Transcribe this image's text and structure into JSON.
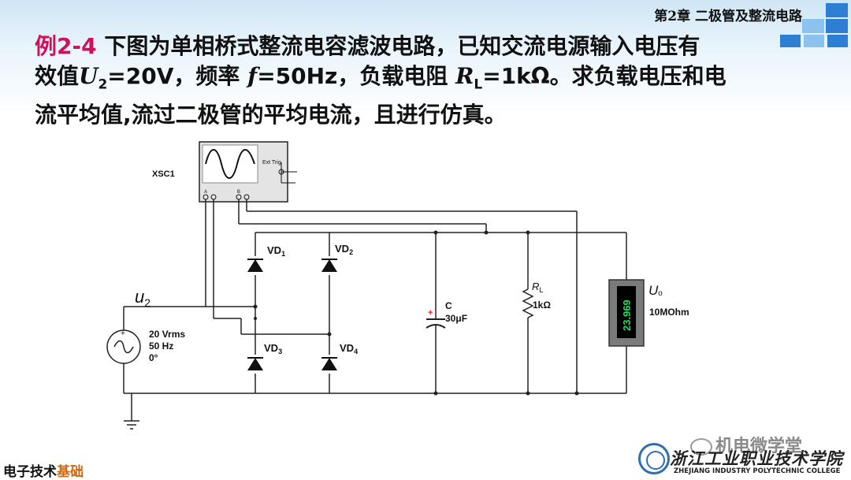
{
  "header": {
    "chapter": "第2章  二极管及整流电路"
  },
  "problem": {
    "example_label": "例2-4",
    "line1": "下图为单相桥式整流电容滤波电路，已知交流电源输入电压有",
    "line2_prefix": "效值",
    "u_symbol": "U",
    "u_sub": "2",
    "u_value": "=20V，频率",
    "f_symbol": "f",
    "f_value": "=50Hz，负载电阻",
    "r_symbol": "R",
    "r_sub": "L",
    "r_value": "=1kΩ。求负载电压和电",
    "line3": "流平均值,流过二极管的平均电流，且进行仿真。"
  },
  "circuit": {
    "scope_label": "XSC1",
    "ext_trig": "Ext Trig",
    "channel_a": "A",
    "channel_b": "B",
    "vd1": "VD",
    "vd1_sub": "1",
    "vd2": "VD",
    "vd2_sub": "2",
    "vd3": "VD",
    "vd3_sub": "3",
    "vd4": "VD",
    "vd4_sub": "4",
    "source_symbol": "u",
    "source_sub": "2",
    "source_voltage": "20 Vrms",
    "source_freq": "50 Hz",
    "source_phase": "0°",
    "cap_label": "C",
    "cap_value": "30μF",
    "res_label": "R",
    "res_sub": "L",
    "res_value": "1kΩ",
    "meter_reading": "23.969",
    "meter_label": "U",
    "meter_label_sub": "o",
    "meter_resistance": "10MOhm"
  },
  "footer": {
    "course_left": "电子技术",
    "course_right": "基础",
    "watermark": "机电微学堂",
    "school_cn": "浙江工业职业技术学院",
    "school_en": "ZHEJIANG INDUSTRY POLYTECHNIC COLLEGE"
  },
  "colors": {
    "accent_red": "#d1105a",
    "square_blue": "#2d7fd3",
    "meter_green": "#19e35a"
  }
}
